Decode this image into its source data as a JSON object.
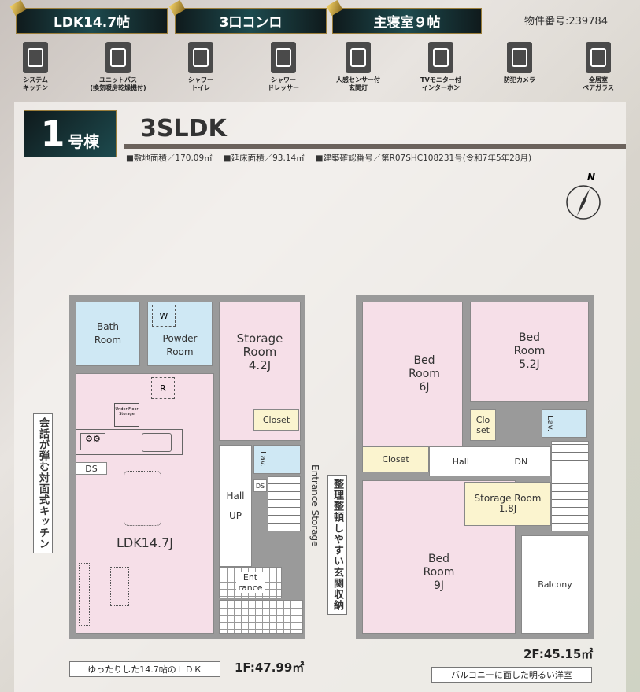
{
  "badges": [
    "LDK14.7帖",
    "3口コンロ",
    "主寝室９帖"
  ],
  "property_number": "物件番号:239784",
  "features": [
    {
      "icon": "system-kitchen-icon",
      "label1": "システム",
      "label2": "キッチン"
    },
    {
      "icon": "unit-bath-icon",
      "label1": "ユニットバス",
      "label2": "(換気暖房乾燥機付)"
    },
    {
      "icon": "shower-toilet-icon",
      "label1": "シャワー",
      "label2": "トイレ"
    },
    {
      "icon": "shower-dresser-icon",
      "label1": "シャワー",
      "label2": "ドレッサー"
    },
    {
      "icon": "sensor-light-icon",
      "label1": "人感センサー付",
      "label2": "玄関灯"
    },
    {
      "icon": "tv-intercom-icon",
      "label1": "TVモニター付",
      "label2": "インターホン"
    },
    {
      "icon": "security-camera-icon",
      "label1": "防犯カメラ",
      "label2": ""
    },
    {
      "icon": "pair-glass-icon",
      "label1": "全居室",
      "label2": "ペアガラス"
    }
  ],
  "building": {
    "number": "1",
    "suffix": "号棟",
    "type": "3SLDK"
  },
  "info": [
    "■敷地面積／170.09㎡",
    "■延床面積／93.14㎡",
    "■建築確認番号／第R07SHC108231号(令和7年5年28月)"
  ],
  "compass": "N",
  "floor1": {
    "bath": "Bath Room",
    "powder": "Powder Room",
    "wash": "W",
    "storage": "Storage Room 4.2J",
    "fridge": "R",
    "underfloor": "Under Floor Storage",
    "closet": "Closet",
    "lav": "Lav.",
    "ds1": "DS",
    "ds2": "DS",
    "hall": "Hall",
    "up": "UP",
    "ldk": "LDK14.7J",
    "entrance": "Ent rance",
    "entrance_storage": "Entrance Storage",
    "area": "1F:47.99㎡",
    "note_kitchen": "会話が弾む対面式キッチン",
    "note_storage": "整理整頓しやすい玄関収納",
    "note_ldk": "ゆったりした14.7帖のＬＤＫ"
  },
  "floor2": {
    "bed1": "Bed Room 6J",
    "bed2": "Bed Room 5.2J",
    "closet_small": "Clo set",
    "lav": "Lav.",
    "closet": "Closet",
    "hall": "Hall",
    "dn": "DN",
    "storage": "Storage Room 1.8J",
    "bed3": "Bed Room 9J",
    "balcony": "Balcony",
    "area": "2F:45.15㎡",
    "note": "バルコニーに面した明るい洋室"
  }
}
